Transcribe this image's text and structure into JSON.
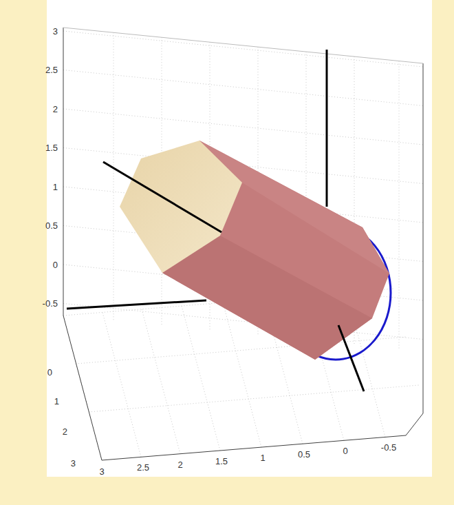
{
  "diagram": {
    "labels": [
      "3",
      "2.5",
      "2",
      "1.5",
      "1",
      "0.5",
      "0",
      "-0.5",
      "0",
      "1",
      "2",
      "3",
      "3",
      "2.5",
      "2",
      "1.5",
      "1",
      "0.5",
      "0",
      "-0.5"
    ]
  }
}
